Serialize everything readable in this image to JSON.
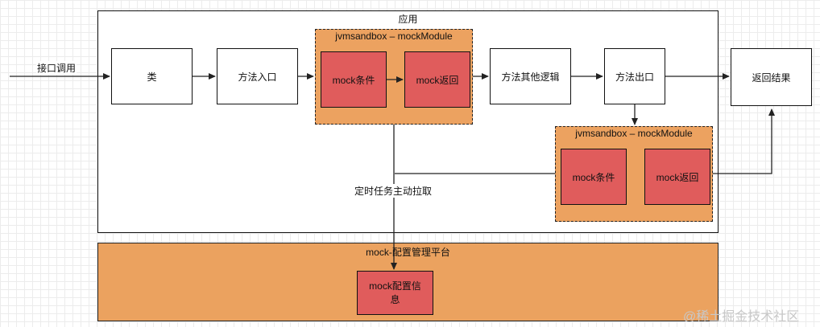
{
  "app_container": {
    "title": "应用"
  },
  "platform_container": {
    "title": "mock-配置管理平台"
  },
  "module_top": {
    "title": "jvmsandbox – mockModule",
    "condition": "mock条件",
    "return": "mock返回"
  },
  "module_bottom": {
    "title": "jvmsandbox – mockModule",
    "condition": "mock条件",
    "return": "mock返回"
  },
  "nodes": {
    "class": "类",
    "method_entry": "方法入口",
    "method_other_logic": "方法其他逻辑",
    "method_exit": "方法出口",
    "return_result": "返回结果",
    "mock_config_info": "mock配置信息"
  },
  "edge_labels": {
    "interface_call": "接口调用",
    "scheduled_pull": "定时任务主动拉取"
  },
  "watermark": "@稀土掘金技术社区"
}
